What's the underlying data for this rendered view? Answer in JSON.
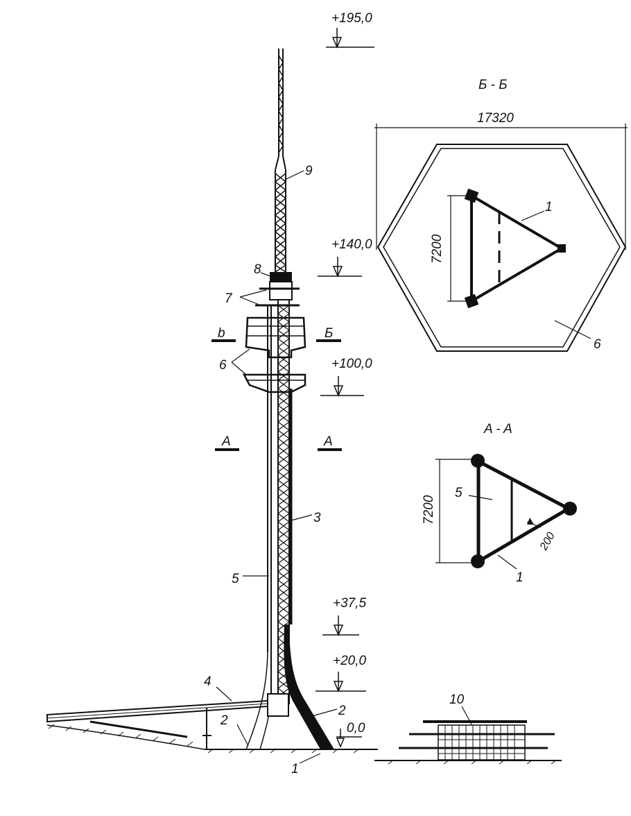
{
  "elevations": {
    "top": "+195,0",
    "e140": "+140,0",
    "e100": "+100,0",
    "e37": "+37,5",
    "e20": "+20,0",
    "e0": "0,0"
  },
  "section_marks": {
    "b_left": "b",
    "b_right": "Б",
    "a_left": "A",
    "a_right": "A"
  },
  "callouts": {
    "n1": "1",
    "n2a": "2",
    "n2b": "2",
    "n3": "3",
    "n4": "4",
    "n5": "5",
    "n6": "6",
    "n7": "7",
    "n8": "8",
    "n9": "9",
    "n10": "10"
  },
  "section_bb": {
    "title": "Б - Б",
    "width": "17320",
    "height": "7200",
    "n1": "1",
    "n6": "6"
  },
  "section_aa": {
    "title": "A - A",
    "height": "7200",
    "thickness": "200",
    "n1": "1",
    "n5": "5"
  }
}
